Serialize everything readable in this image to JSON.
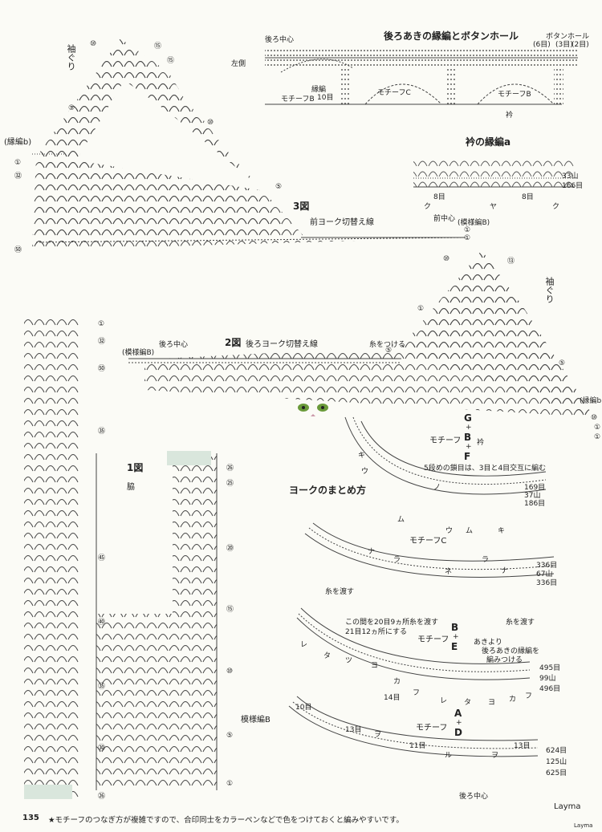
{
  "page_number": "135",
  "footer_note": "★モチーフのつなぎ方が複雑ですので、合印同士をカラーペンなどで色をつけておくと編みやすいです。",
  "brand": "Layma",
  "corner_brand": "Layma",
  "fig3": {
    "title": "3図",
    "label_sleeve": "袖ぐり",
    "line_label": "前ヨーク切替え線",
    "center_label": "前中心",
    "edge_b": "(縁編b)",
    "pattern_b": "(模様編B)",
    "marks": [
      "⑩",
      "⑮",
      "⑮",
      "⑤",
      "⑩",
      "⑤",
      "①",
      "㉜",
      "㊿",
      "①",
      "①"
    ]
  },
  "back_opening": {
    "title": "後ろあきの縁編とボタンホール",
    "center_back": "後ろ中心",
    "left_back": "左側",
    "edge": "縁編",
    "rows": "10目",
    "motif_b1": "モチーフB",
    "motif_c": "モチーフC",
    "motif_b2": "モチーフB",
    "buttonhole": "ボタンホール",
    "six": "(6目)",
    "three": "(3目)",
    "two": "(2目)",
    "collar": "衿"
  },
  "collar_edge": {
    "title": "衿の縁編a",
    "count1": "33山",
    "count2": "166目",
    "left": "8目",
    "right": "8目",
    "k1": "ク",
    "k2": "ヤ",
    "k3": "ク"
  },
  "fig2": {
    "title": "2図",
    "line_label": "後ろヨーク切替え線",
    "center_back": "後ろ中心",
    "pattern_b": "(模様編B)",
    "attach": "糸をつける",
    "sleeve": "袖ぐり",
    "edge_b": "(縁編b)",
    "marks": [
      "⑬",
      "⑩",
      "①",
      "⑤",
      "⑤",
      "⑩",
      "①",
      "①"
    ]
  },
  "fig1": {
    "title": "1図",
    "sub": "脇",
    "left_marks": [
      "①",
      "㉜",
      "㊿",
      "㉟",
      "㊺",
      "㊵",
      "㉟",
      "㉚",
      "㉖"
    ],
    "right_marks": [
      "㉖",
      "㉕",
      "⑳",
      "⑮",
      "⑩",
      "⑤",
      "①"
    ]
  },
  "yoke": {
    "title": "ヨークのまとめ方",
    "motif_g": "G",
    "plus1": "+",
    "motif_b": "B",
    "plus2": "+",
    "motif_f": "F",
    "motif_label1": "モチーフ",
    "collar": "衿",
    "note1": "5段めの鎖目は、3目と4目交互に編む",
    "c169": "169目",
    "c37": "37山",
    "c186": "186目",
    "motif_c": "モチーフC",
    "c336a": "336目",
    "c67": "67山",
    "c336b": "336目",
    "cut1": "糸を渡す",
    "cut2": "糸を渡す",
    "cut3": "糸を渡す",
    "motif_b2": "B",
    "plus3": "+",
    "motif_e": "E",
    "motif_label2": "モチーフ",
    "note2a": "この間を20目9ヵ所",
    "note2b": "21目12ヵ所にする",
    "opening": "あきより",
    "opening2": "後ろあきの縁編を",
    "opening3": "編みつける",
    "c495": "495目",
    "c99": "99山",
    "c496": "496目",
    "r14": "14目",
    "pattern_b": "模様編B",
    "motif_a": "A",
    "plus4": "+",
    "motif_d": "D",
    "motif_label3": "モチーフ",
    "r10": "10目",
    "r13a": "13目",
    "r11": "11目",
    "r13b": "13目",
    "c624": "624目",
    "c125": "125山",
    "c625": "625目",
    "center_back": "後ろ中心",
    "kana1": [
      "キ",
      "ウ",
      "ム",
      "ノ",
      "ウ",
      "ム",
      "キ"
    ],
    "kana2": [
      "ナ",
      "ラ",
      "ネ",
      "ラ",
      "ナ"
    ],
    "kana3": [
      "レ",
      "タ",
      "ツ",
      "ヨ",
      "カ",
      "フ",
      "レ",
      "タ",
      "ヨ",
      "カ",
      "フ"
    ],
    "kana4": [
      "ヲ",
      "ル",
      "ヲ"
    ]
  }
}
